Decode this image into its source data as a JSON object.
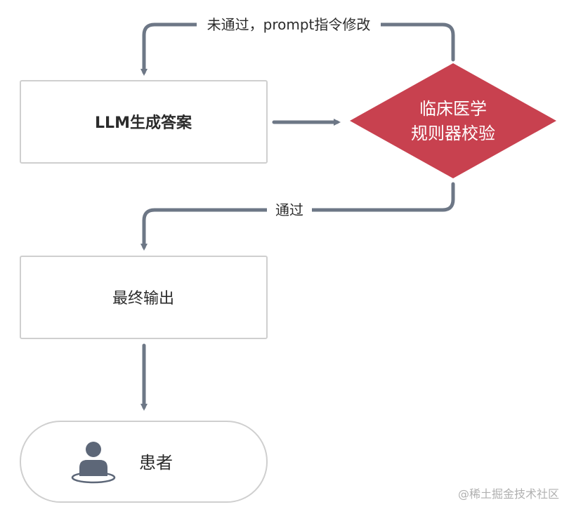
{
  "nodes": {
    "llm_generate": "LLM生成答案",
    "rule_check_line1": "临床医学",
    "rule_check_line2": "规则器校验",
    "final_output": "最终输出",
    "patient": "患者"
  },
  "edges": {
    "fail_label": "未通过，prompt指令修改",
    "pass_label": "通过"
  },
  "watermark": "@稀土掘金技术社区",
  "colors": {
    "diamond_fill": "#c8414f",
    "arrow": "#6d7786",
    "box_border": "#cfcfcf",
    "text": "#2b2b2b"
  },
  "icons": {
    "patient": "person-icon"
  }
}
